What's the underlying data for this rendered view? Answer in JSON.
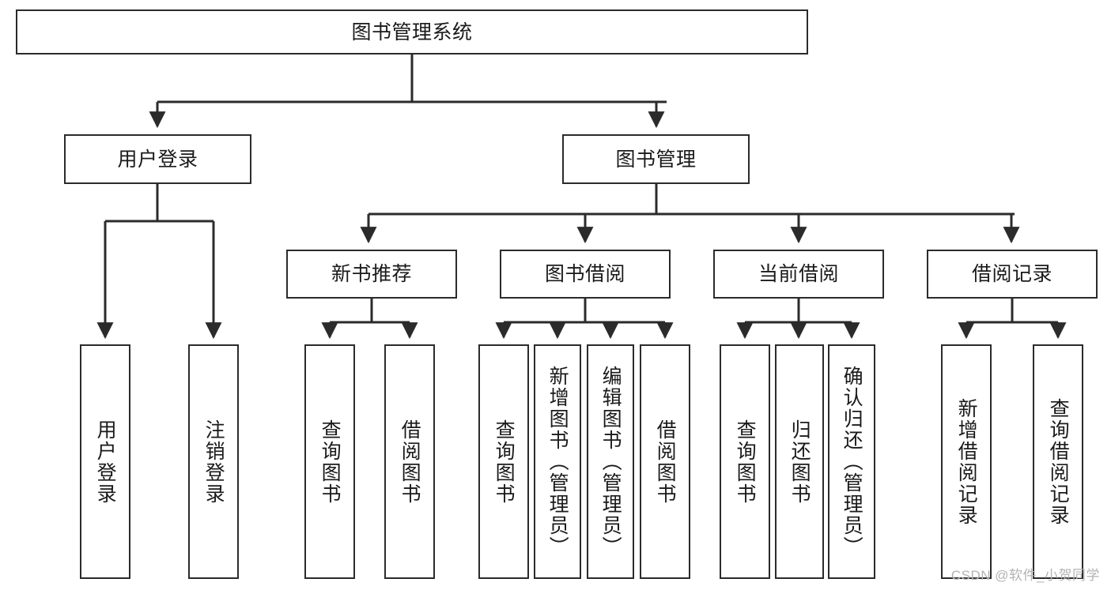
{
  "diagram": {
    "title": "图书管理系统",
    "watermark": "CSDN @软件_小贺同学",
    "line_color": "#2b2b2b",
    "box_fill": "#ffffff",
    "text_color": "#1a1a1a",
    "watermark_color": "#b3b3b3",
    "levels": {
      "root": {
        "label": "图书管理系统"
      },
      "level2": [
        {
          "id": "user-login",
          "label": "用户登录"
        },
        {
          "id": "book-management",
          "label": "图书管理"
        }
      ],
      "level3": [
        {
          "id": "new-book-recommend",
          "label": "新书推荐",
          "parent": "book-management"
        },
        {
          "id": "book-borrow",
          "label": "图书借阅",
          "parent": "book-management"
        },
        {
          "id": "current-borrow",
          "label": "当前借阅",
          "parent": "book-management"
        },
        {
          "id": "borrow-record",
          "label": "借阅记录",
          "parent": "book-management"
        }
      ],
      "leaves": [
        {
          "id": "leaf-user-login",
          "label": "用户登录",
          "parent": "user-login"
        },
        {
          "id": "leaf-logout-login",
          "label": "注销登录",
          "parent": "user-login"
        },
        {
          "id": "leaf-query-book-1",
          "label": "查询图书",
          "parent": "new-book-recommend"
        },
        {
          "id": "leaf-borrow-book-1",
          "label": "借阅图书",
          "parent": "new-book-recommend"
        },
        {
          "id": "leaf-query-book-2",
          "label": "查询图书",
          "parent": "book-borrow"
        },
        {
          "id": "leaf-add-book",
          "label": "新增图书（管理员）",
          "parent": "book-borrow"
        },
        {
          "id": "leaf-edit-book",
          "label": "编辑图书（管理员）",
          "parent": "book-borrow"
        },
        {
          "id": "leaf-borrow-book-2",
          "label": "借阅图书",
          "parent": "book-borrow"
        },
        {
          "id": "leaf-query-book-3",
          "label": "查询图书",
          "parent": "current-borrow"
        },
        {
          "id": "leaf-return-book",
          "label": "归还图书",
          "parent": "current-borrow"
        },
        {
          "id": "leaf-confirm-return",
          "label": "确认归还（管理员）",
          "parent": "current-borrow"
        },
        {
          "id": "leaf-add-record",
          "label": "新增借阅记录",
          "parent": "borrow-record"
        },
        {
          "id": "leaf-query-record",
          "label": "查询借阅记录",
          "parent": "borrow-record"
        }
      ]
    }
  }
}
